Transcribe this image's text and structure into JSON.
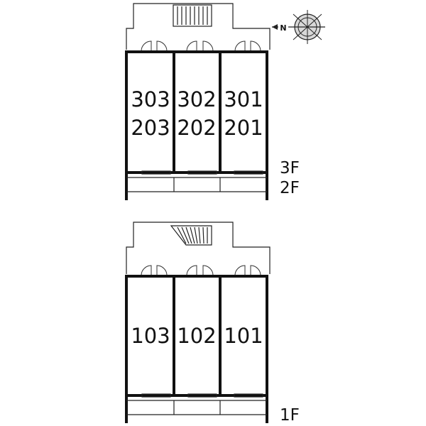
{
  "upper_block": {
    "floor_labels": [
      "3F",
      "2F"
    ],
    "units": [
      {
        "top": "303",
        "bottom": "203"
      },
      {
        "top": "302",
        "bottom": "202"
      },
      {
        "top": "301",
        "bottom": "201"
      }
    ]
  },
  "lower_block": {
    "floor_labels": [
      "1F"
    ],
    "units": [
      {
        "label": "103"
      },
      {
        "label": "102"
      },
      {
        "label": "101"
      }
    ]
  },
  "compass": {
    "north_letter": "N",
    "icon": "compass-rose-icon"
  },
  "colors": {
    "wall": "#111111",
    "line": "#222222",
    "background": "#ffffff"
  }
}
